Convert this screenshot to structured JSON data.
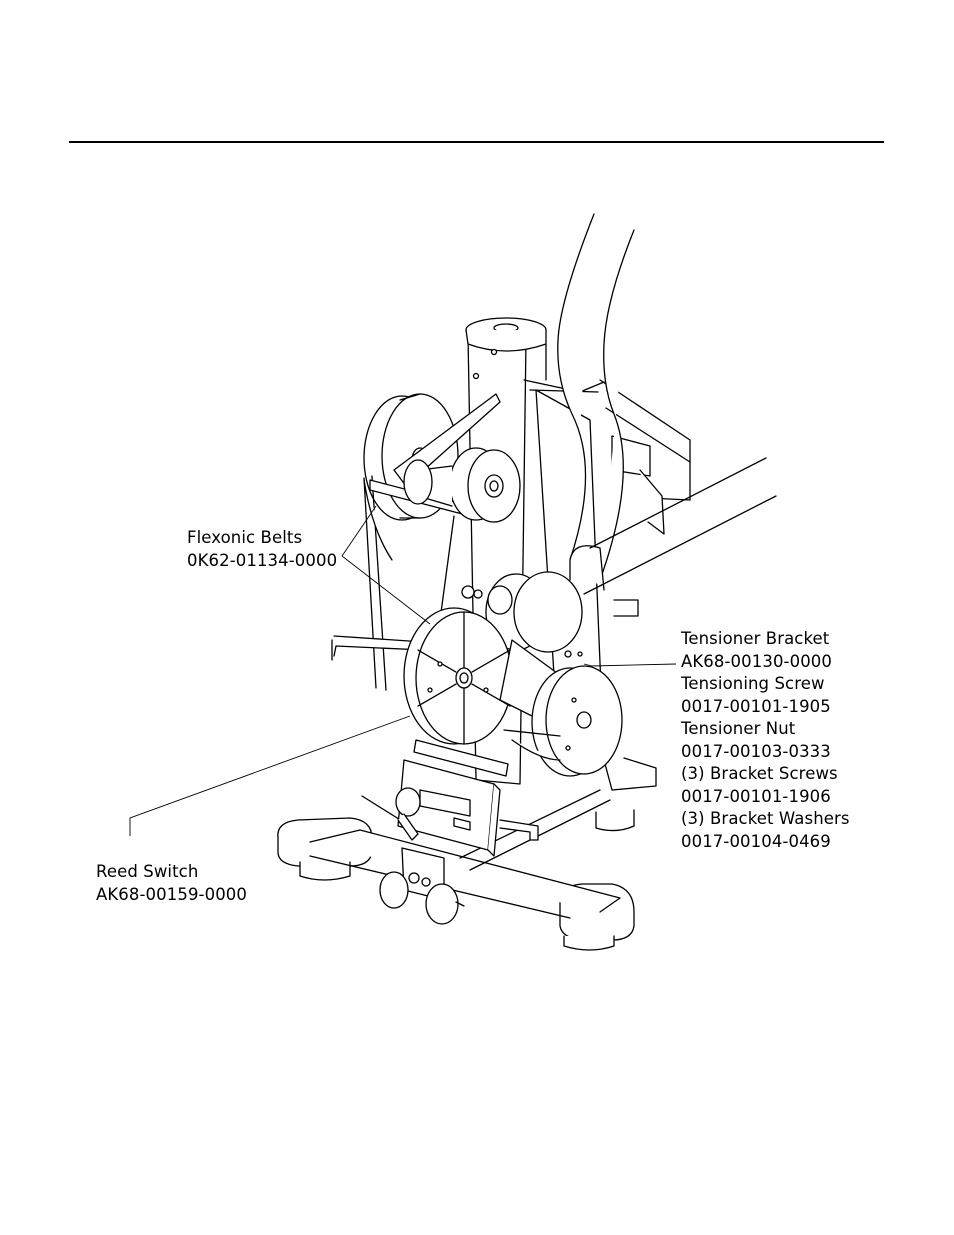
{
  "callouts": {
    "flexonic_belts": {
      "name": "Flexonic Belts",
      "part": "0K62-01134-0000"
    },
    "tensioner": [
      "Tensioner Bracket",
      "AK68-00130-0000",
      "Tensioning Screw",
      "0017-00101-1905",
      "Tensioner Nut",
      "0017-00103-0333",
      "(3) Bracket Screws",
      "0017-00101-1906",
      "(3) Bracket Washers",
      "0017-00104-0469"
    ],
    "reed_switch": {
      "name": "Reed Switch",
      "part": "AK68-00159-0000"
    }
  }
}
